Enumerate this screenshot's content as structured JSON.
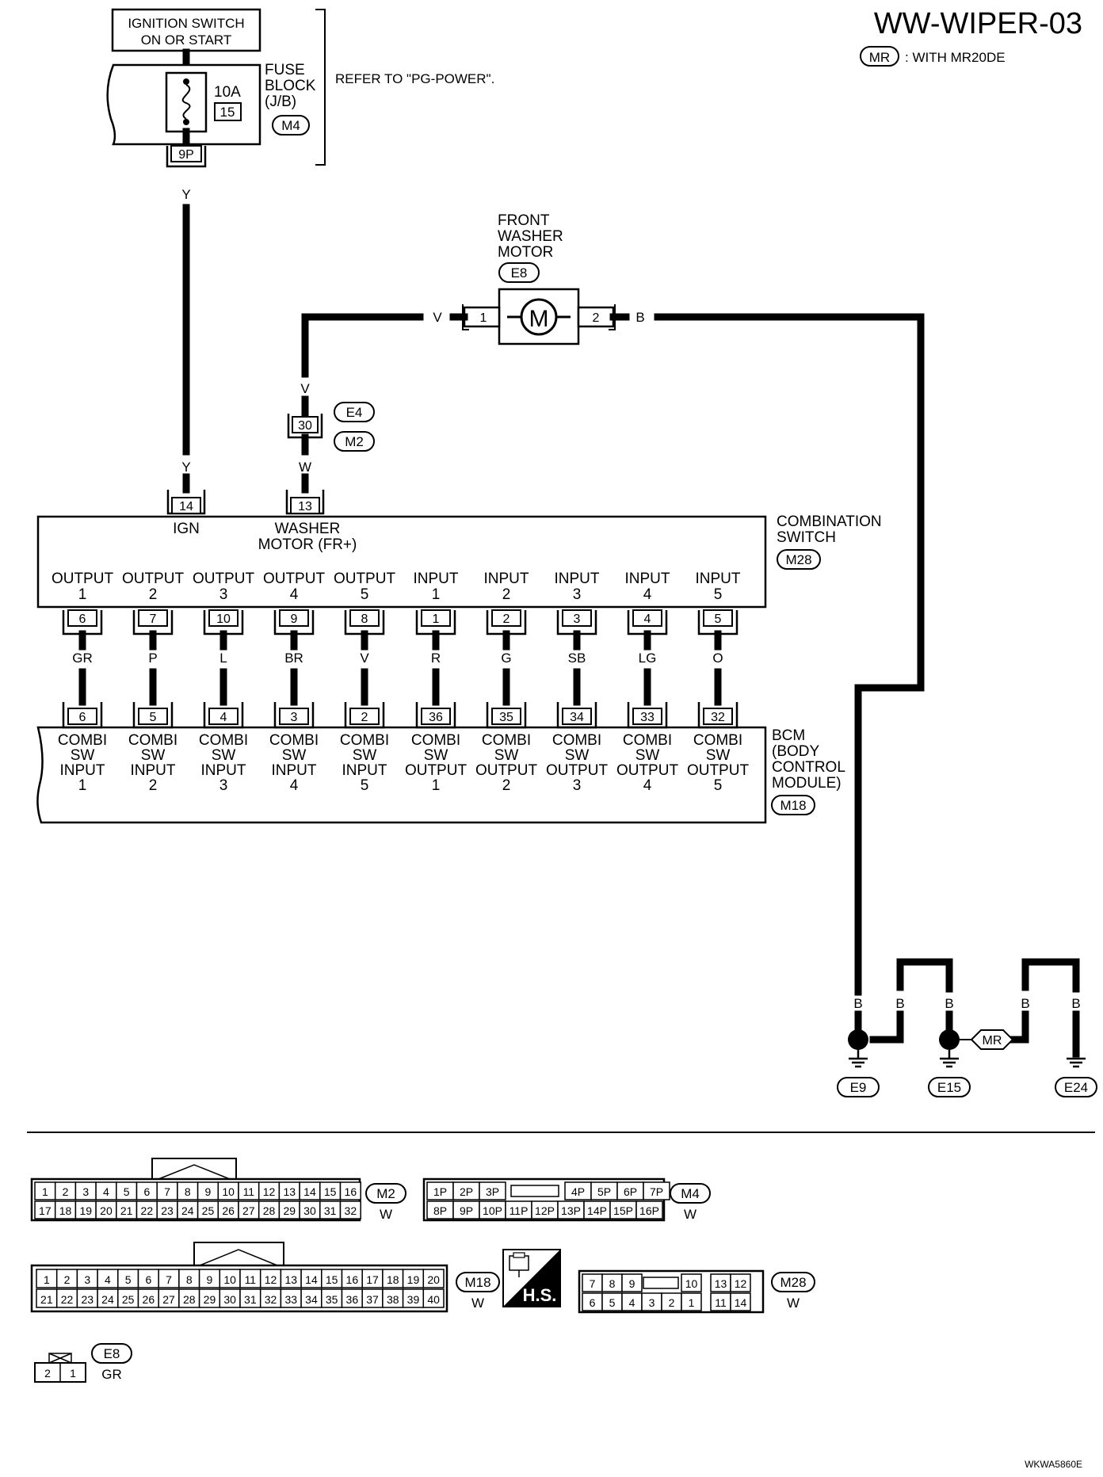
{
  "title": "WW-WIPER-03",
  "mr_legend": {
    "tag": "MR",
    "text": ": WITH MR20DE"
  },
  "ignition": {
    "line1": "IGNITION SWITCH",
    "line2": "ON OR START"
  },
  "fuse_block": {
    "rating": "10A",
    "fuse_no": "15",
    "name_lines": [
      "FUSE",
      "BLOCK",
      "(J/B)"
    ],
    "connector": "M4",
    "pin": "9P",
    "refer": "REFER TO \"PG-POWER\"."
  },
  "wires": {
    "fuse_to_ign": "Y",
    "ign_entry": "Y",
    "washer_v_left": "V",
    "washer_v_down": "V",
    "washer_w": "W",
    "motor_ground": "B"
  },
  "front_washer_motor": {
    "name_lines": [
      "FRONT",
      "WASHER",
      "MOTOR"
    ],
    "connector": "E8",
    "symbol": "M",
    "pin1": "1",
    "pin2": "2"
  },
  "junction": {
    "pin": "30",
    "connectors": [
      "E4",
      "M2"
    ]
  },
  "combination_switch": {
    "name_lines": [
      "COMBINATION",
      "SWITCH"
    ],
    "connector": "M28",
    "ign": {
      "pin": "14",
      "label": "IGN"
    },
    "washer": {
      "pin": "13",
      "label1": "WASHER",
      "label2": "MOTOR (FR+)"
    },
    "terminals": [
      {
        "label": "OUTPUT",
        "num": "1",
        "pin": "6"
      },
      {
        "label": "OUTPUT",
        "num": "2",
        "pin": "7"
      },
      {
        "label": "OUTPUT",
        "num": "3",
        "pin": "10"
      },
      {
        "label": "OUTPUT",
        "num": "4",
        "pin": "9"
      },
      {
        "label": "OUTPUT",
        "num": "5",
        "pin": "8"
      },
      {
        "label": "INPUT",
        "num": "1",
        "pin": "1"
      },
      {
        "label": "INPUT",
        "num": "2",
        "pin": "2"
      },
      {
        "label": "INPUT",
        "num": "3",
        "pin": "3"
      },
      {
        "label": "INPUT",
        "num": "4",
        "pin": "4"
      },
      {
        "label": "INPUT",
        "num": "5",
        "pin": "5"
      }
    ]
  },
  "harness_colors": [
    "GR",
    "P",
    "L",
    "BR",
    "V",
    "R",
    "G",
    "SB",
    "LG",
    "O"
  ],
  "bcm": {
    "name_lines": [
      "BCM",
      "(BODY",
      "CONTROL",
      "MODULE)"
    ],
    "connector": "M18",
    "terminals": [
      {
        "pin": "6",
        "l1": "COMBI",
        "l2": "SW",
        "l3": "INPUT",
        "l4": "1"
      },
      {
        "pin": "5",
        "l1": "COMBI",
        "l2": "SW",
        "l3": "INPUT",
        "l4": "2"
      },
      {
        "pin": "4",
        "l1": "COMBI",
        "l2": "SW",
        "l3": "INPUT",
        "l4": "3"
      },
      {
        "pin": "3",
        "l1": "COMBI",
        "l2": "SW",
        "l3": "INPUT",
        "l4": "4"
      },
      {
        "pin": "2",
        "l1": "COMBI",
        "l2": "SW",
        "l3": "INPUT",
        "l4": "5"
      },
      {
        "pin": "36",
        "l1": "COMBI",
        "l2": "SW",
        "l3": "OUTPUT",
        "l4": "1"
      },
      {
        "pin": "35",
        "l1": "COMBI",
        "l2": "SW",
        "l3": "OUTPUT",
        "l4": "2"
      },
      {
        "pin": "34",
        "l1": "COMBI",
        "l2": "SW",
        "l3": "OUTPUT",
        "l4": "3"
      },
      {
        "pin": "33",
        "l1": "COMBI",
        "l2": "SW",
        "l3": "OUTPUT",
        "l4": "4"
      },
      {
        "pin": "32",
        "l1": "COMBI",
        "l2": "SW",
        "l3": "OUTPUT",
        "l4": "5"
      }
    ]
  },
  "grounds": {
    "labels": [
      "B",
      "B",
      "B",
      "B",
      "B"
    ],
    "points": [
      "E9",
      "E15",
      "E24"
    ],
    "mr_tag": "MR"
  },
  "connector_views": {
    "m2": {
      "id": "M2",
      "color": "W",
      "row1": [
        "1",
        "2",
        "3",
        "4",
        "5",
        "6",
        "7",
        "8",
        "9",
        "10",
        "11",
        "12",
        "13",
        "14",
        "15",
        "16"
      ],
      "row2": [
        "17",
        "18",
        "19",
        "20",
        "21",
        "22",
        "23",
        "24",
        "25",
        "26",
        "27",
        "28",
        "29",
        "30",
        "31",
        "32"
      ]
    },
    "m4": {
      "id": "M4",
      "color": "W",
      "row1": [
        "1P",
        "2P",
        "3P",
        "4P",
        "5P",
        "6P",
        "7P"
      ],
      "row2": [
        "8P",
        "9P",
        "10P",
        "11P",
        "12P",
        "13P",
        "14P",
        "15P",
        "16P"
      ]
    },
    "m18": {
      "id": "M18",
      "color": "W",
      "row1": [
        "1",
        "2",
        "3",
        "4",
        "5",
        "6",
        "7",
        "8",
        "9",
        "10",
        "11",
        "12",
        "13",
        "14",
        "15",
        "16",
        "17",
        "18",
        "19",
        "20"
      ],
      "row2": [
        "21",
        "22",
        "23",
        "24",
        "25",
        "26",
        "27",
        "28",
        "29",
        "30",
        "31",
        "32",
        "33",
        "34",
        "35",
        "36",
        "37",
        "38",
        "39",
        "40"
      ]
    },
    "m28": {
      "id": "M28",
      "color": "W",
      "row1": [
        "7",
        "8",
        "9",
        "10",
        "13",
        "12"
      ],
      "row2": [
        "6",
        "5",
        "4",
        "3",
        "2",
        "1",
        "11",
        "14"
      ]
    },
    "e8": {
      "id": "E8",
      "color": "GR",
      "row": [
        "2",
        "1"
      ]
    },
    "hs": "H.S."
  },
  "footer_code": "WKWA5860E"
}
